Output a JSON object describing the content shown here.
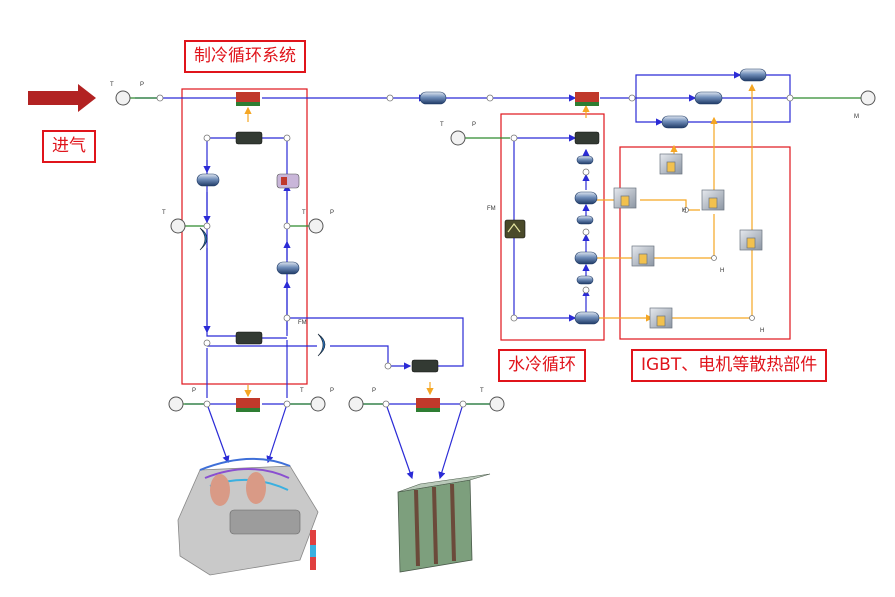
{
  "labels": {
    "refrigeration": "制冷循环系统",
    "intake": "进气",
    "water_cooling": "水冷循环",
    "components": "IGBT、电机等散热部件"
  },
  "port_letters": {
    "t": "T",
    "p": "P",
    "m": "M",
    "h": "H",
    "fm": "FM"
  },
  "colors": {
    "callout_border": "#e0141b",
    "callout_text": "#e0141b",
    "flow_line": "#2b2bd6",
    "heat_line": "#f5a623",
    "boundary_line": "#2e8b2e",
    "intake_arrow": "#b22222"
  }
}
